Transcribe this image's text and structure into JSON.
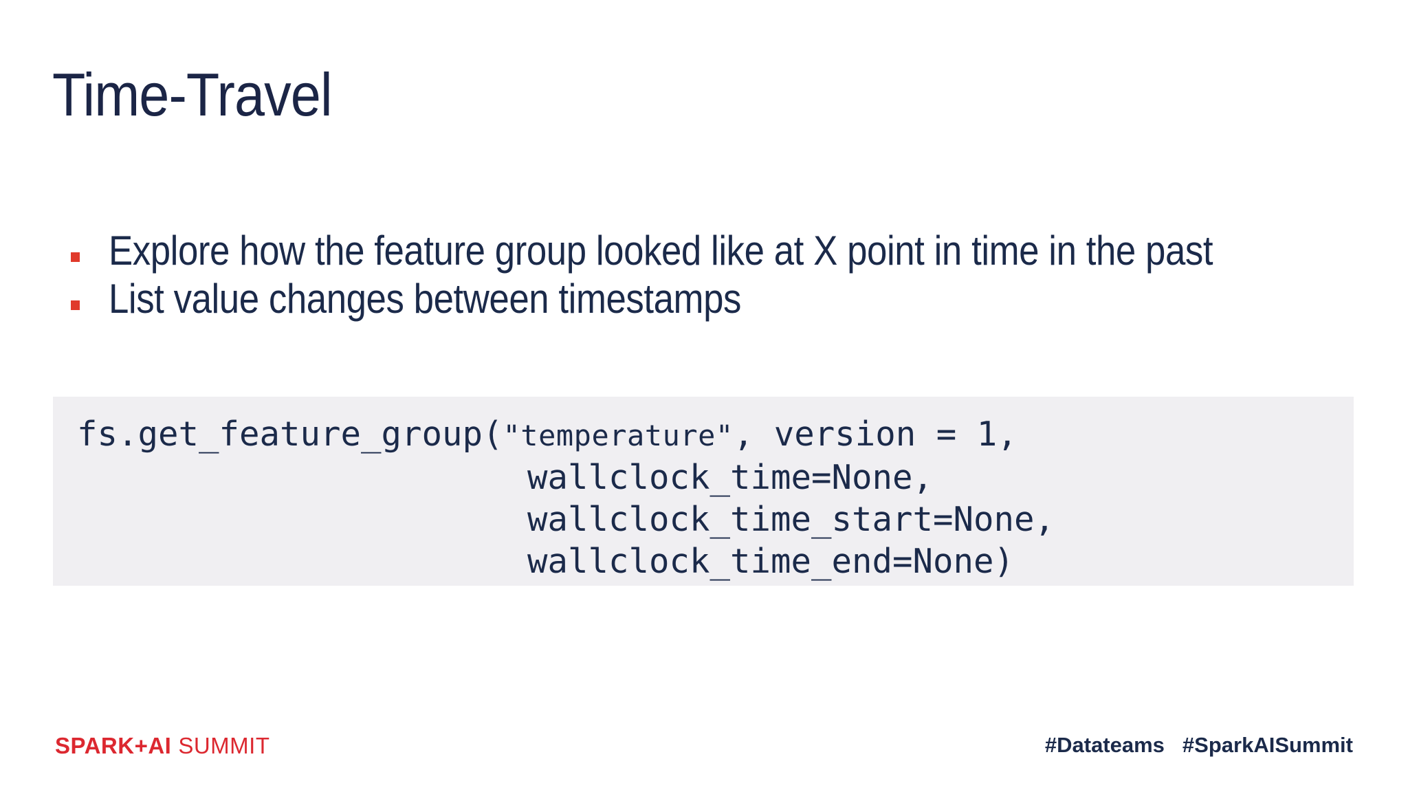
{
  "title": "Time-Travel",
  "bullets": [
    "Explore how the feature group looked like at X point in time in the past",
    "List value changes between timestamps"
  ],
  "code": {
    "line1": {
      "call": "fs.get_feature_group(",
      "string": "\"temperature\"",
      "rest": ", version = 1,"
    },
    "line2": "wallclock_time=None,",
    "line3": "wallclock_time_start=None,",
    "line4": "wallclock_time_end=None)"
  },
  "footer": {
    "logo": {
      "brand": "SPARK+AI",
      "event": "SUMMIT"
    },
    "hashtags": {
      "datateams": "#Datateams",
      "summit": "#SparkAISummit"
    }
  },
  "colors": {
    "text_navy": "#1b2a4a",
    "bullet_red": "#e03a2b",
    "logo_red": "#dc2830",
    "code_background": "#f0eff2",
    "slide_background": "#ffffff"
  }
}
